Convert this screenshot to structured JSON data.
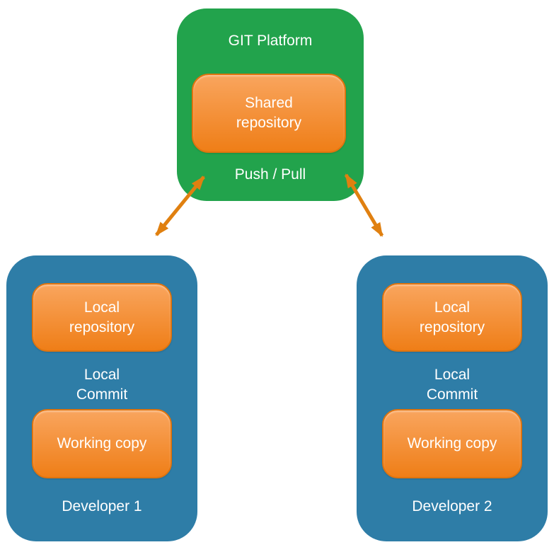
{
  "colors": {
    "background": "#ffffff",
    "green": "#22a34c",
    "blue": "#2e7da7",
    "orange_light": "#f9a55e",
    "orange_dark": "#ef7e17",
    "orange_border": "#e0740e",
    "arrow": "#e08010",
    "text": "#ffffff"
  },
  "diagram": {
    "git_platform": {
      "title": "GIT Platform",
      "shared_repository_label": "Shared\nrepository",
      "push_pull_label": "Push / Pull"
    },
    "developer1": {
      "local_repository_label": "Local\nrepository",
      "local_commit_label": "Local\nCommit",
      "working_copy_label": "Working copy",
      "title": "Developer 1"
    },
    "developer2": {
      "local_repository_label": "Local\nrepository",
      "local_commit_label": "Local\nCommit",
      "working_copy_label": "Working copy",
      "title": "Developer 2"
    }
  }
}
